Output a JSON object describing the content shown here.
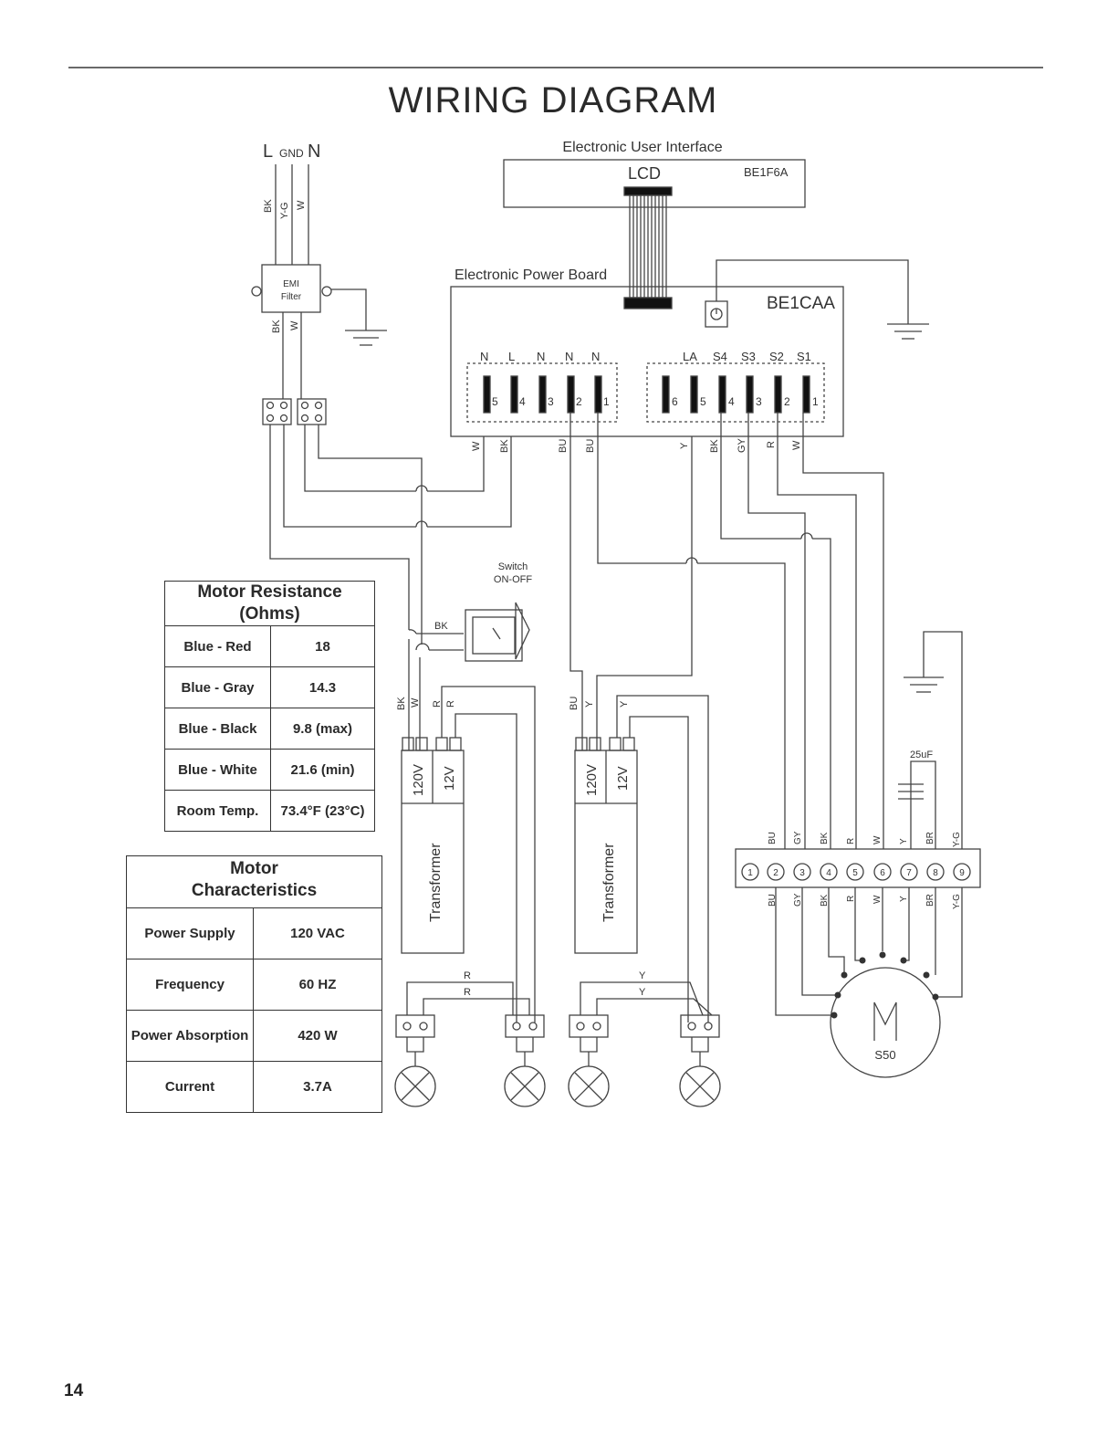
{
  "page": {
    "title": "WIRING DIAGRAM",
    "page_number": "14"
  },
  "supply": {
    "L": "L",
    "GND": "GND",
    "N": "N"
  },
  "emi_filter": {
    "line1": "EMI",
    "line2": "Filter"
  },
  "ui_board": {
    "title": "Electronic User Interface",
    "lcd": "LCD",
    "model": "BE1F6A"
  },
  "power_board": {
    "title": "Electronic Power Board",
    "model": "BE1CAA",
    "left_header_labels": [
      "N",
      "L",
      "N",
      "N",
      "N"
    ],
    "left_pin_numbers": [
      "5",
      "4",
      "3",
      "2",
      "1"
    ],
    "right_header_labels": [
      "LA",
      "S4",
      "S3",
      "S2",
      "S1"
    ],
    "right_pin_numbers": [
      "6",
      "5",
      "4",
      "3",
      "2",
      "1"
    ],
    "left_wire_labels": [
      "W",
      "BK",
      "BU",
      "BU"
    ],
    "right_wire_labels": [
      "Y",
      "BK",
      "GY",
      "R",
      "W"
    ]
  },
  "switch": {
    "line1": "Switch",
    "line2": "ON-OFF",
    "wire": "BK"
  },
  "transformers": [
    {
      "label": "Transformer",
      "primary": "120V",
      "secondary": "12V",
      "wires": [
        "BK",
        "W",
        "R",
        "R"
      ],
      "lamp_wires": [
        "R",
        "R"
      ]
    },
    {
      "label": "Transformer",
      "primary": "120V",
      "secondary": "12V",
      "wires": [
        "BU",
        "Y",
        "Y"
      ],
      "lamp_wires": [
        "Y",
        "Y"
      ]
    }
  ],
  "capacitor": {
    "value": "25uF"
  },
  "motor_terminal": {
    "top_labels": [
      "BU",
      "GY",
      "BK",
      "R",
      "W",
      "Y",
      "BR",
      "Y-G"
    ],
    "bottom_labels": [
      "BU",
      "GY",
      "BK",
      "R",
      "W",
      "Y",
      "BR",
      "Y-G"
    ],
    "terminal_numbers": [
      "1",
      "2",
      "3",
      "4",
      "5",
      "6",
      "7",
      "8",
      "9"
    ]
  },
  "motor": {
    "symbol": "M",
    "model": "S50"
  },
  "emi_wires_top": [
    "BK",
    "Y-G",
    "W"
  ],
  "emi_wires_bottom": [
    "BK",
    "W"
  ],
  "motor_resistance": {
    "title_line1": "Motor Resistance",
    "title_line2": "(Ohms)",
    "rows": [
      {
        "label": "Blue - Red",
        "value": "18"
      },
      {
        "label": "Blue - Gray",
        "value": "14.3"
      },
      {
        "label": "Blue - Black",
        "value": "9.8 (max)"
      },
      {
        "label": "Blue - White",
        "value": "21.6 (min)"
      },
      {
        "label": "Room Temp.",
        "value": "73.4°F (23°C)"
      }
    ]
  },
  "motor_characteristics": {
    "title_line1": "Motor",
    "title_line2": "Characteristics",
    "rows": [
      {
        "label": "Power Supply",
        "value": "120 VAC"
      },
      {
        "label": "Frequency",
        "value": "60 HZ"
      },
      {
        "label": "Power Absorption",
        "value": "420 W"
      },
      {
        "label": "Current",
        "value": "3.7A"
      }
    ]
  }
}
